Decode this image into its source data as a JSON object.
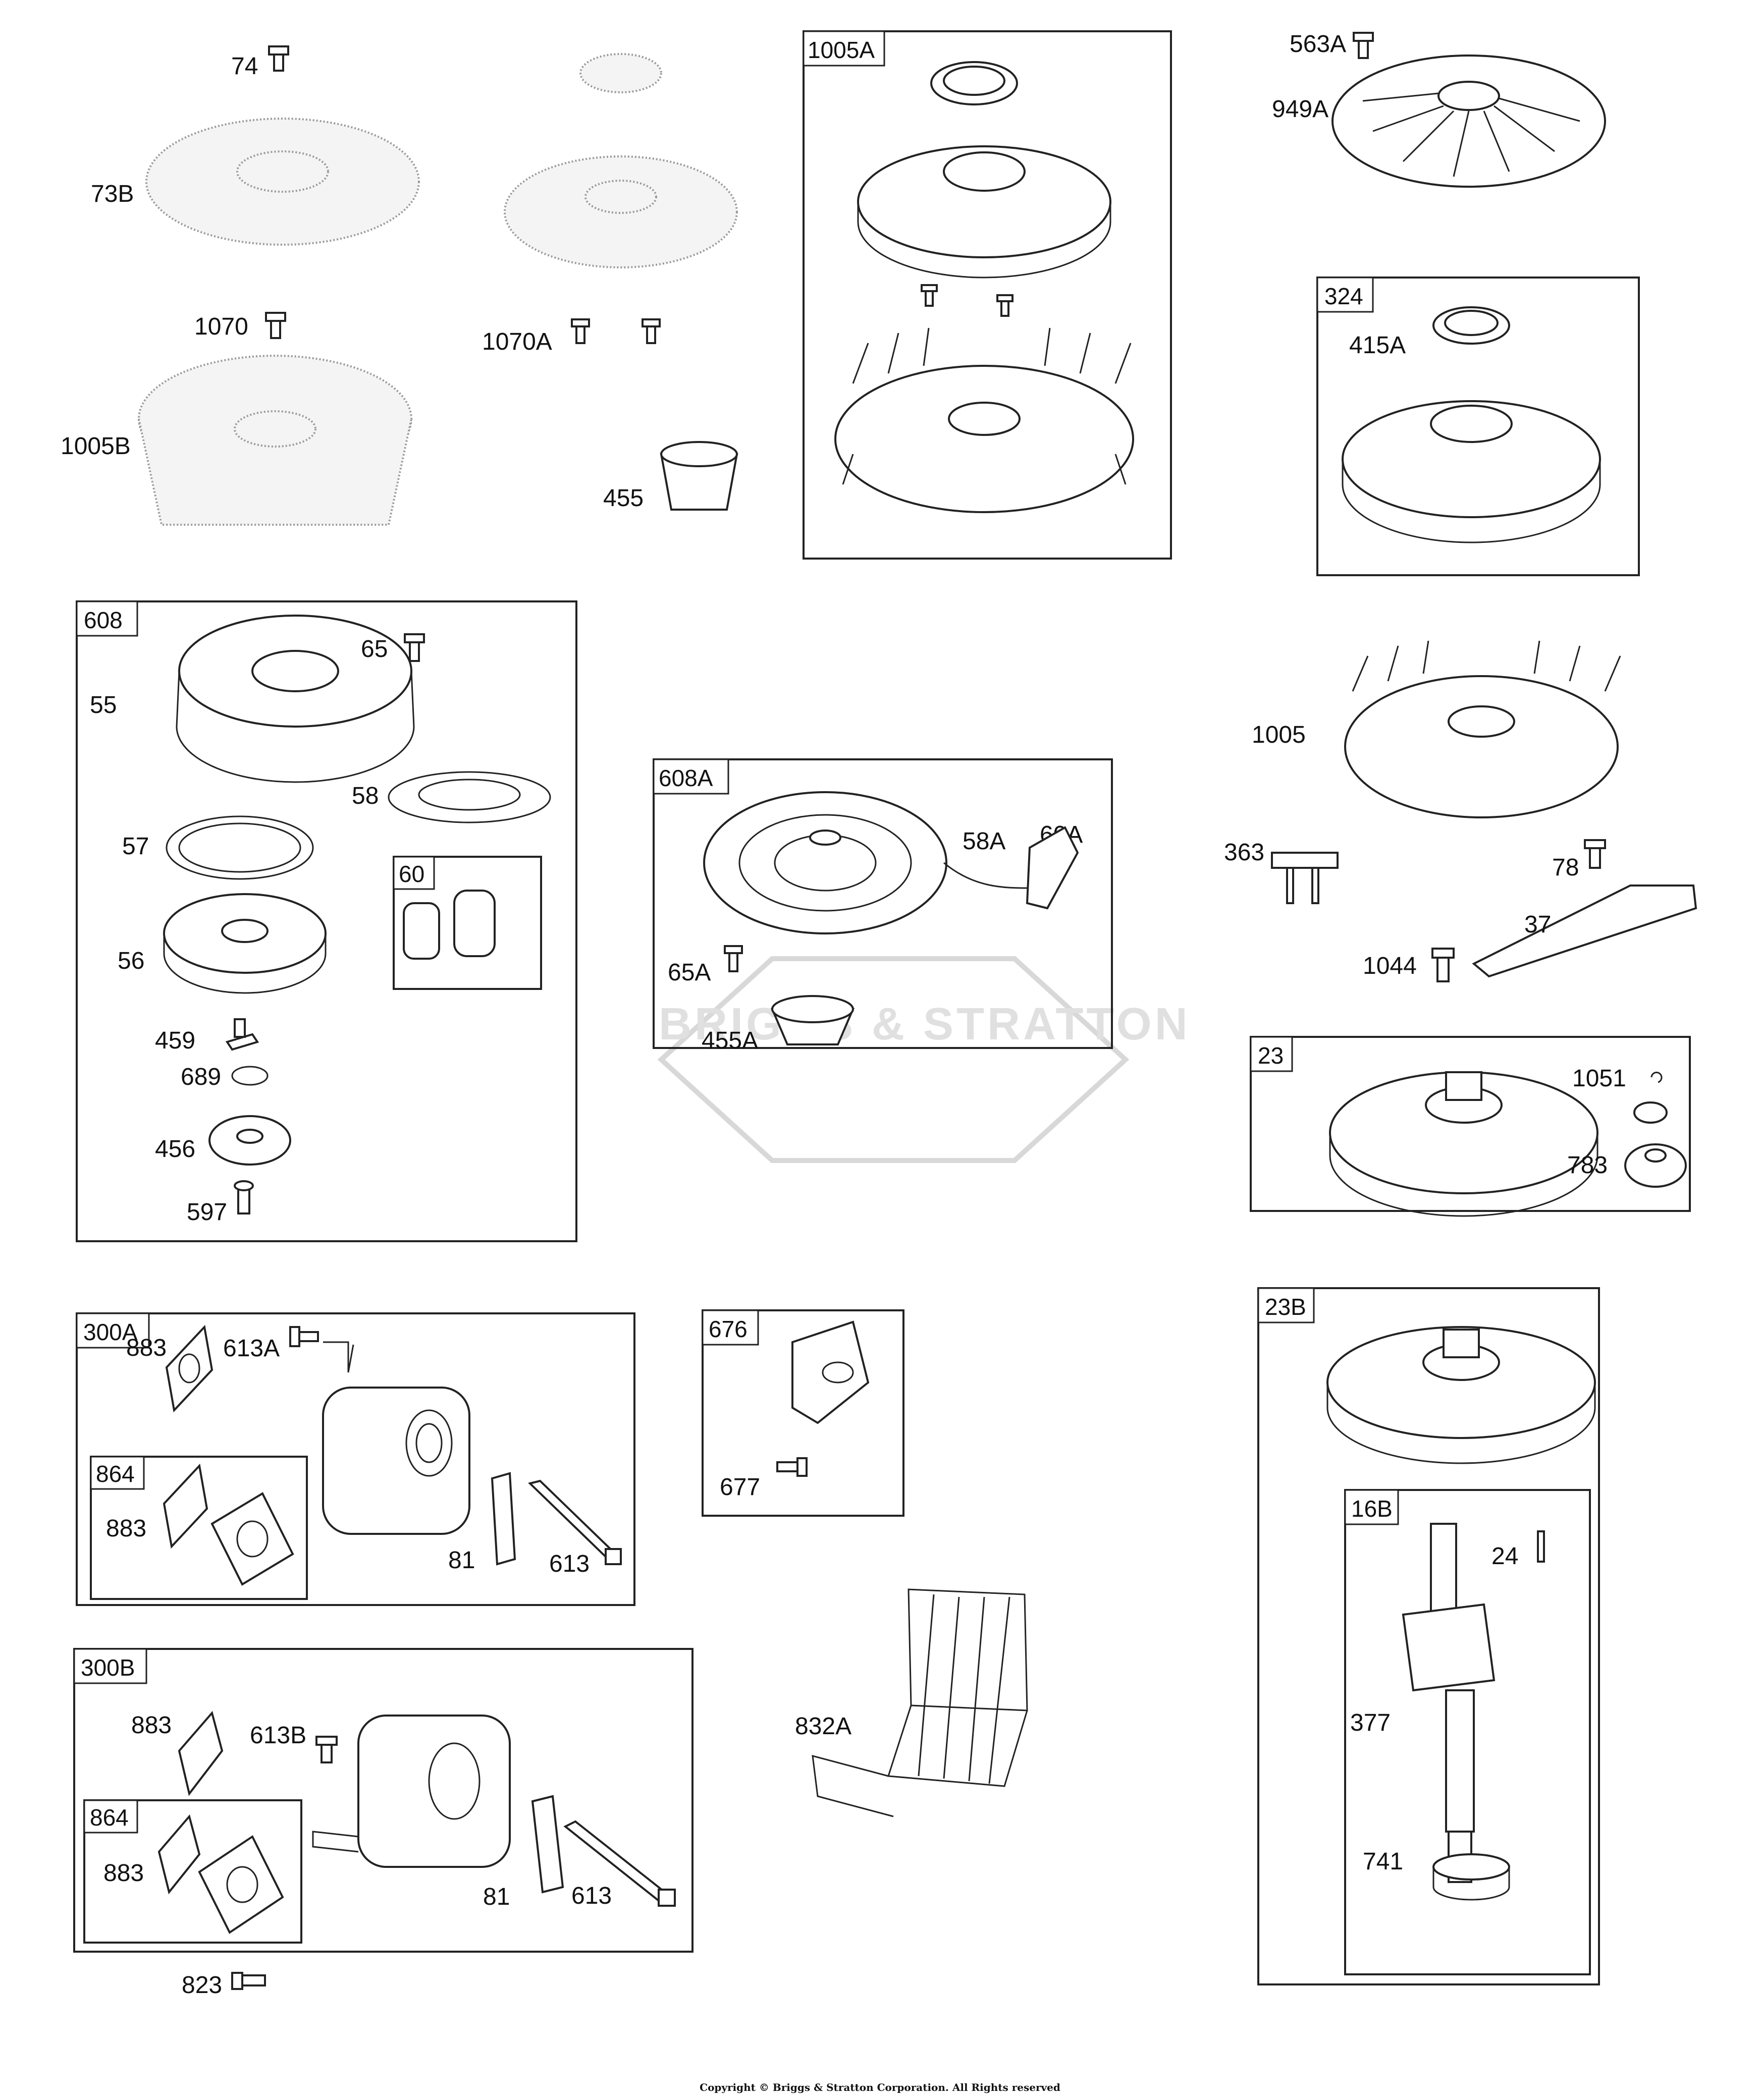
{
  "boxes": {
    "b1005A": "1005A",
    "b324": "324",
    "b608": "608",
    "b60": "60",
    "b608A": "608A",
    "b23": "23",
    "b300A": "300A",
    "b864a": "864",
    "b676": "676",
    "b23B": "23B",
    "b300B": "300B",
    "b864b": "864",
    "b16B": "16B"
  },
  "labels": {
    "p74": "74",
    "p73B": "73B",
    "p1070": "1070",
    "p1005B": "1005B",
    "p1070A": "1070A",
    "p455": "455",
    "p563A": "563A",
    "p949A": "949A",
    "p415A": "415A",
    "p65": "65",
    "p55": "55",
    "p58": "58",
    "p57": "57",
    "p56": "56",
    "p459": "459",
    "p689": "689",
    "p456": "456",
    "p597": "597",
    "p58A": "58A",
    "p60A": "60A",
    "p65A": "65A",
    "p455A": "455A",
    "p1005": "1005",
    "p363": "363",
    "p78": "78",
    "p37": "37",
    "p1044": "1044",
    "p1051": "1051",
    "p783": "783",
    "p883a": "883",
    "p613A": "613A",
    "p883b": "883",
    "p81a": "81",
    "p613a": "613",
    "p677": "677",
    "p832A": "832A",
    "p24": "24",
    "p377": "377",
    "p741": "741",
    "p883c": "883",
    "p613B": "613B",
    "p883d": "883",
    "p81b": "81",
    "p613b": "613",
    "p823": "823"
  },
  "watermark": "BRIGGS & STRATTON",
  "copyright": "Copyright © Briggs & Stratton Corporation. All Rights reserved"
}
